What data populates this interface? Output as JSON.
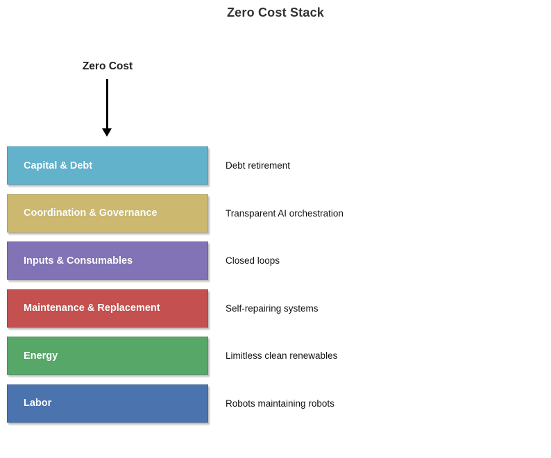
{
  "title": "Zero Cost Stack",
  "annotation": {
    "label": "Zero Cost",
    "arrow_icon": "down-arrow",
    "arrow_color": "#000000"
  },
  "stack": {
    "layers": [
      {
        "label": "Capital & Debt",
        "description": "Debt retirement",
        "fill": "#63B2CB",
        "border": "#4C99B2"
      },
      {
        "label": "Coordination & Governance",
        "description": "Transparent AI orchestration",
        "fill": "#CCB96F",
        "border": "#AFA057"
      },
      {
        "label": "Inputs & Consumables",
        "description": "Closed loops",
        "fill": "#8173B5",
        "border": "#6A5CA0"
      },
      {
        "label": "Maintenance & Replacement",
        "description": "Self-repairing systems",
        "fill": "#C4514F",
        "border": "#A84341"
      },
      {
        "label": "Energy",
        "description": "Limitless clean renewables",
        "fill": "#57A769",
        "border": "#478F59"
      },
      {
        "label": "Labor",
        "description": "Robots maintaining robots",
        "fill": "#4B73AE",
        "border": "#3D6295"
      }
    ]
  },
  "colors": {
    "background": "#FFFFFF",
    "title_text": "#333333",
    "label_text": "#FFFFFF",
    "description_text": "#111111"
  }
}
